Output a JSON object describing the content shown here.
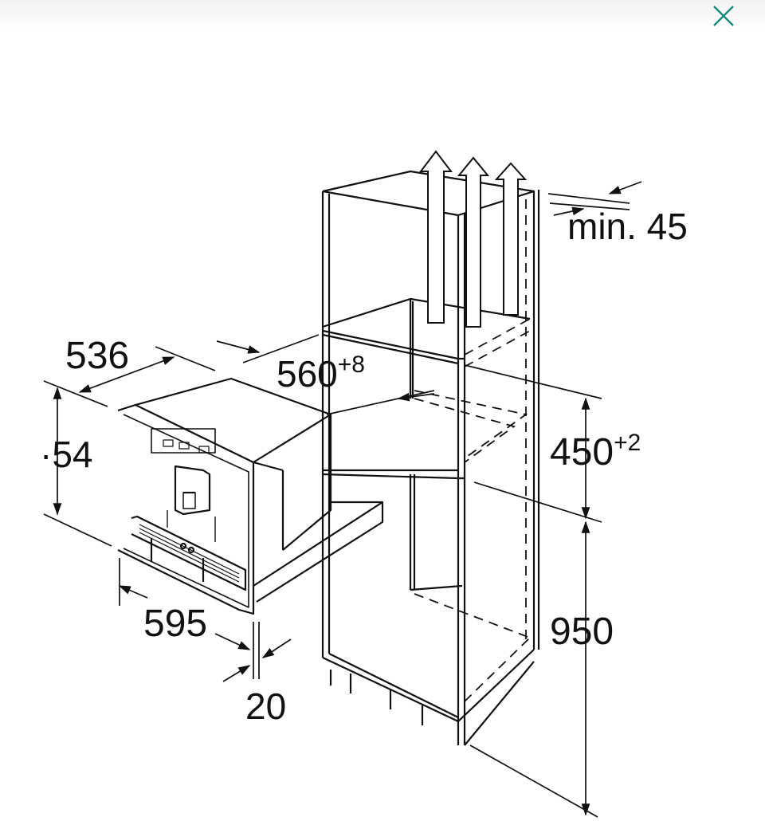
{
  "ui": {
    "close_icon": "close-icon",
    "accent": "#1a8a7a"
  },
  "dimensions": {
    "depth": "536",
    "height_partial": "54",
    "width": "595",
    "offset": "20",
    "niche_depth": "560",
    "niche_depth_tol": "+8",
    "niche_height": "450",
    "niche_height_tol": "+2",
    "floor_height": "950",
    "vent_clearance": "min. 45"
  }
}
